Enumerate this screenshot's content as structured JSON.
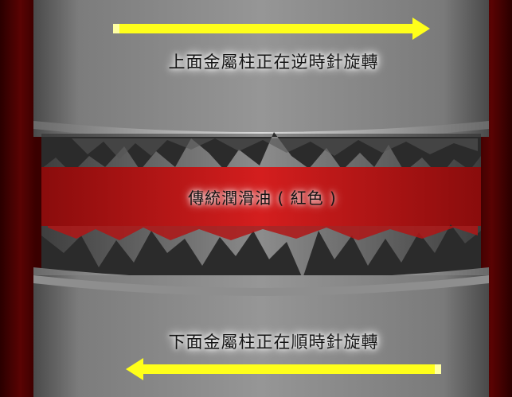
{
  "labels": {
    "top": "上面金屬柱正在逆時針旋轉",
    "middle": "傳統潤滑油 ( 紅色 )",
    "bottom": "下面金屬柱正在順時針旋轉"
  },
  "arrows": {
    "top": {
      "direction": "right",
      "color": "#ffff1a"
    },
    "bottom": {
      "direction": "left",
      "color": "#ffff1a"
    }
  },
  "colors": {
    "background": "#3a0000",
    "cylinder": "#8a8a8a",
    "lubricant": "#c41a1a",
    "asperity": "#2a2a2a"
  }
}
